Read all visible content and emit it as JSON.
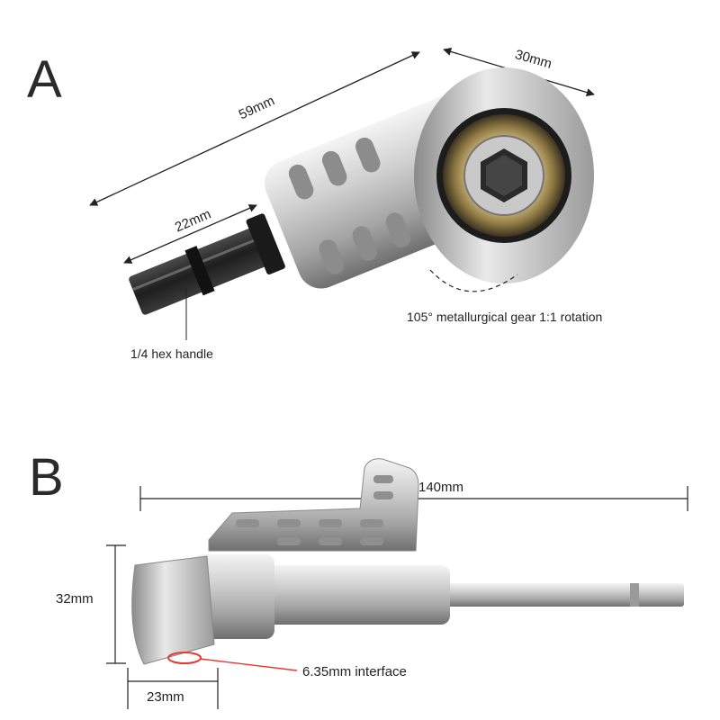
{
  "panel_a": {
    "letter": "A",
    "dim_length": "59mm",
    "dim_head_width": "30mm",
    "dim_shank": "22mm",
    "label_gear": "105° metallurgical gear 1:1 rotation",
    "label_handle": "1/4 hex handle"
  },
  "panel_b": {
    "letter": "B",
    "dim_length": "140mm",
    "dim_height": "32mm",
    "dim_head": "23mm",
    "label_interface": "6.35mm interface"
  },
  "colors": {
    "steel_light": "#e6e6e6",
    "steel_mid": "#a9a9a9",
    "steel_dark": "#5a5a5a",
    "black_hex": "#2b2b2b",
    "bearing_gold": "#b59a5e",
    "callout_red": "#e53935",
    "line": "#222222"
  }
}
